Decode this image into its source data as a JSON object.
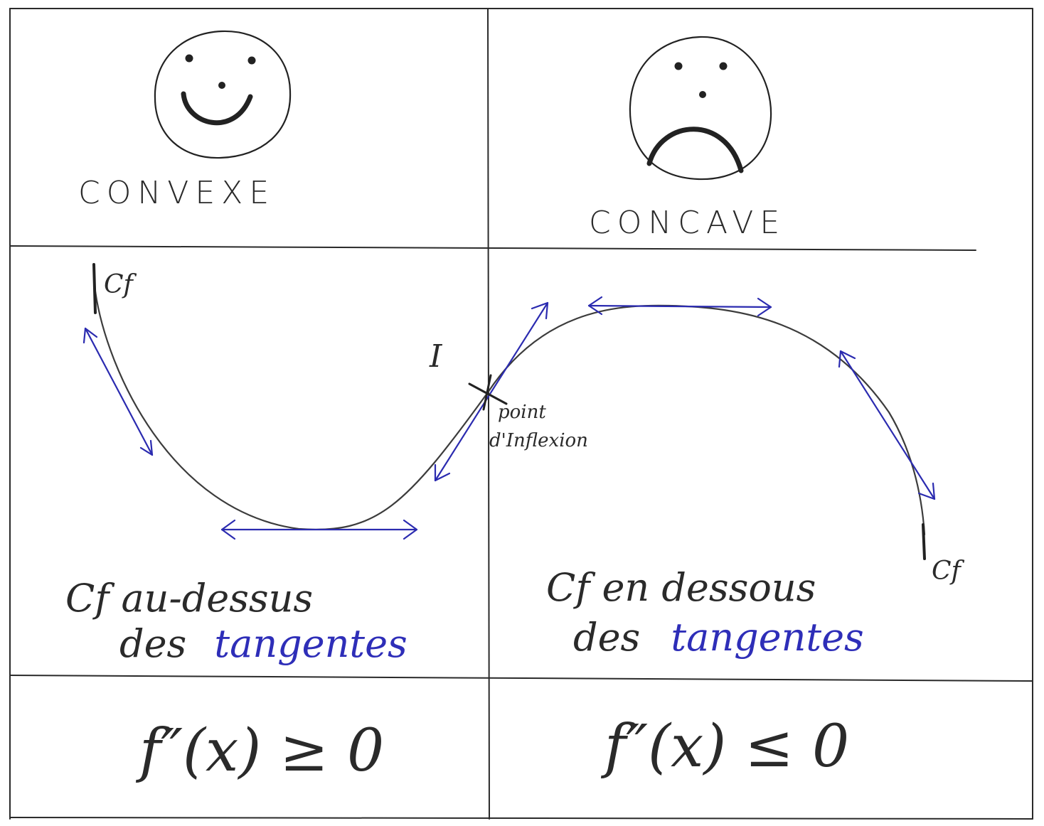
{
  "convex": {
    "title": "CONVEXE",
    "curve_label": "Cf",
    "caption_line1_dark": "Cf au-dessus",
    "caption_line2_dark": "des",
    "caption_line2_blue": "tangentes",
    "formula": "f″(x) ≥ 0"
  },
  "concave": {
    "title": "CONCAVE",
    "curve_label": "Cf",
    "caption_line1_dark": "Cf en dessous",
    "caption_line2_dark": "des",
    "caption_line2_blue": "tangentes",
    "formula": "f″(x) ≤ 0"
  },
  "inflection": {
    "label": "I",
    "note_line1": "point",
    "note_line2": "d'Inflexion"
  },
  "colors": {
    "ink": "#222222",
    "tangent_blue": "#2b2bb0",
    "text_blue": "#2e2eb8"
  }
}
